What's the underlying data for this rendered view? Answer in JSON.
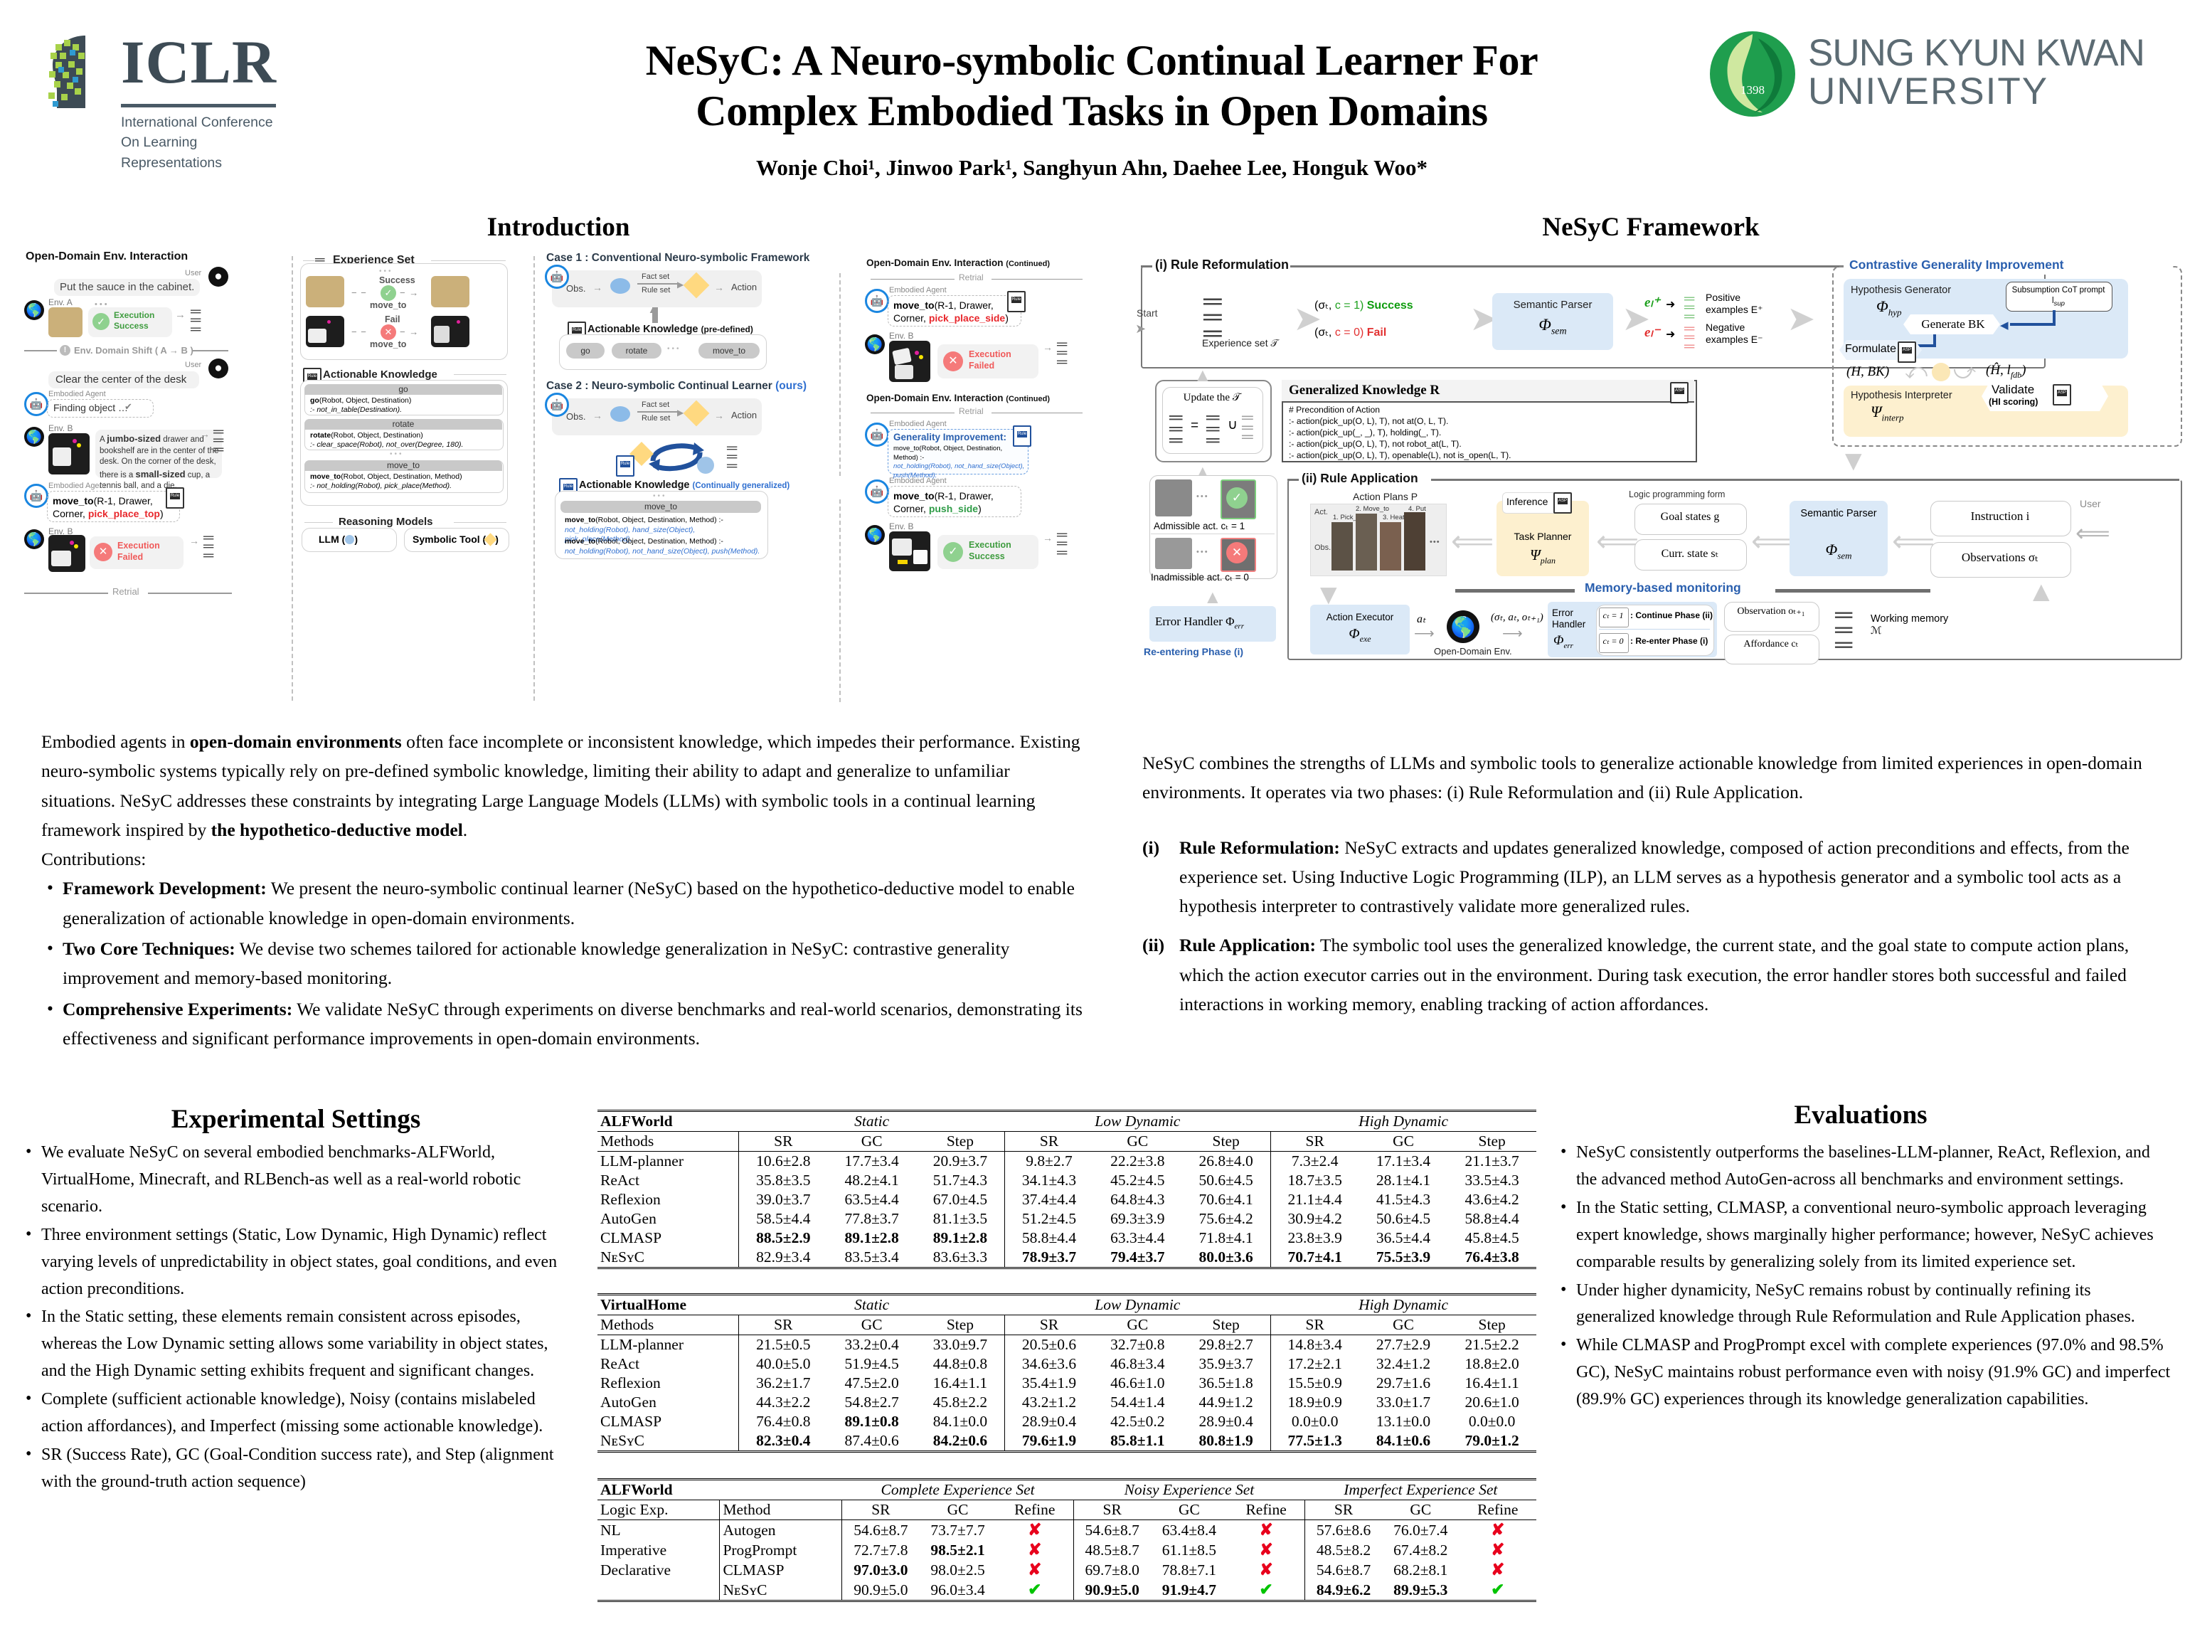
{
  "header": {
    "conference_logo_text": "ICLR",
    "conference_logo_sub": "International Conference On Learning Representations",
    "title_line1": "NeSyC: A Neuro-symbolic Continual Learner For",
    "title_line2": "Complex Embodied Tasks in Open Domains",
    "authors": "Wonje Choi¹, Jinwoo Park¹, Sanghyun Ahn, Daehee Lee, Honguk Woo*",
    "university_line1": "SUNG KYUN KWAN",
    "university_line2": "UNIVERSITY",
    "university_crest_year": "1398"
  },
  "sections": {
    "introduction": "Introduction",
    "framework": "NeSyC Framework",
    "experimental_settings": "Experimental Settings",
    "evaluations": "Evaluations"
  },
  "intro_figure": {
    "panel1_title": "Open-Domain Env. Interaction",
    "user_label": "User",
    "agent_label": "Embodied Agent",
    "env_a_label": "Env. A",
    "env_b_label": "Env. B",
    "utterance1": "Put the sauce in the cabinet.",
    "exec_success": "Execution Success",
    "exec_failed": "Execution Failed",
    "domain_shift": "Env. Domain Shift ( A → B )",
    "utterance2": "Clear the center of the desk",
    "agent_finding": "Finding object …",
    "obs_text_a": "A ",
    "obs_bold1": "jumbo-sized",
    "obs_text_b": " drawer and bookshelf are in the center of the desk. On the corner of the desk, there is a ",
    "obs_bold2": "small-sized",
    "obs_text_c": " cup, a tennis ball, and a die.",
    "action_fail_pre": "move_to",
    "action_fail_args": "(R-1, Drawer, Corner, ",
    "action_fail_method": "pick_place_top",
    "retrial": "Retrial",
    "panel2_title": "Experience Set",
    "success": "Success",
    "fail": "Fail",
    "move_to": "move_to",
    "panel3_title": "Actionable Knowledge",
    "ak_rules": [
      {
        "name": "go",
        "head": "go",
        "args": "(Robot, Object, Destination)",
        "body": ":- not_in_table(Destination)."
      },
      {
        "name": "rotate",
        "head": "rotate",
        "args": "(Robot, Object, Destination)",
        "body": ":- clear_space(Robot), not_over(Degree, 180)."
      },
      {
        "name": "move_to",
        "head": "move_to",
        "args": "(Robot, Object, Destination, Method)",
        "body": ":- not_holding(Robot), pick_place(Method)."
      }
    ],
    "reasoning_models": "Reasoning Models",
    "llm_label": "LLM (",
    "symbolic_label": "Symbolic Tool (",
    "case1_title": "Case 1 : Conventional Neuro-symbolic Framework",
    "case2_title": "Case 2 : Neuro-symbolic Continual Learner ",
    "case2_ours": "(ours)",
    "obs": "Obs.",
    "fact_set": "Fact set",
    "rule_set": "Rule set",
    "action": "Action",
    "ak_predefined": "Actionable Knowledge ",
    "ak_predefined_tag": "(pre-defined)",
    "ak_generalized_tag": "(Continually generalized)",
    "ak_pills": [
      "go",
      "rotate",
      "move_to"
    ],
    "gen_rule1_head": "move_to",
    "gen_rule1_args": "(Robot, Object, Destination, Method) :-",
    "gen_rule1_body": "not_holding(Robot), hand_size(Object), pick_place(Method).",
    "gen_rule2_head": "move_to",
    "gen_rule2_args": "(Robot, Object, Destination, Method) :-",
    "gen_rule2_body": "not_holding(Robot), not_hand_size(Object),  push(Method).",
    "continued_title": "Open-Domain Env. Interaction ",
    "continued_tag": "(Continued)",
    "action_retry1_method": "pick_place_side",
    "generality_improvement": "Generality Improvement:",
    "gi_line1": "move_to(Robot, Object, Destination, Method) :-",
    "gi_line2": "not_holding(Robot), not_hand_size(Object),",
    "gi_line3": "push(Method).",
    "action_retry2_method": "push_side"
  },
  "framework_figure": {
    "phase1_title": "(i) Rule Reformulation",
    "start": "Start",
    "experience_set": "Experience set 𝒯",
    "success_tuple": "(σₜ,",
    "success_cond": "c = 1)",
    "success_word": "Success",
    "fail_tuple": "(σₜ,",
    "fail_cond": "c = 0)",
    "fail_word": "Fail",
    "semantic_parser": "Semantic Parser",
    "phi_sem": "Φ",
    "phi_sem_sub": "sem",
    "e_pos": "eₗ⁺",
    "e_neg": "eₗ⁻",
    "positive_examples": "Positive examples E⁺",
    "negative_examples": "Negative examples E⁻",
    "cgi_title": "Contrastive Generality Improvement",
    "hypothesis_generator": "Hypothesis Generator",
    "phi_hyp": "Φ",
    "phi_hyp_sub": "hyp",
    "subsumption_prompt": "Subsumption CoT prompt l",
    "subsumption_sub": "sup",
    "generate_bk": "Generate  BK",
    "formulate": "Formulate",
    "h_bk": "(H, BK)",
    "h_fdb": "(Ĥ, l",
    "h_fdb_sub": "fdb",
    "hypothesis_interpreter": "Hypothesis Interpreter",
    "psi_interp": "Ψ",
    "psi_interp_sub": "interp",
    "validate": "Validate",
    "hi_scoring": "(HI scoring)",
    "update_t": "Update the 𝒯",
    "generalized_knowledge": "Generalized Knowledge R",
    "gk_lines": [
      "# Precondition of Action",
      ":- action(pick_up(O, L), T), not at(O, L, T).",
      ":- action(pick_up(_, _), T), holding(_, T).",
      ":- action(pick_up(O, L), T), not robot_at(L, T).",
      ":- action(pick_up(O, L), T), openable(L), not is_open(L, T)."
    ],
    "admissible": "Admissible act. cₜ = 1",
    "inadmissible": "Inadmissible act. cₜ = 0",
    "error_handler_left": "Error Handler Φ",
    "error_handler_left_sub": "err",
    "reentering": "Re-entering Phase (i)",
    "phase2_title": "(ii) Rule Application",
    "action_plans": "Action Plans P",
    "act": "Act.",
    "obs": "Obs.",
    "plan_steps": [
      "1. Pick_up",
      "2. Move_to",
      "3. Heat",
      "4. Put"
    ],
    "inference": "Inference",
    "task_planner": "Task Planner",
    "psi_plan": "Ψ",
    "psi_plan_sub": "plan",
    "logic_form": "Logic programming form",
    "goal_states": "Goal states g",
    "curr_state": "Curr. state sₜ",
    "semantic_parser2": "Semantic Parser",
    "instruction": "Instruction i",
    "observations": "Observations σₜ",
    "user": "User",
    "memory_monitoring": "Memory-based monitoring",
    "action_executor": "Action Executor",
    "phi_exe": "Φ",
    "phi_exe_sub": "exe",
    "open_domain_env": "Open-Domain Env.",
    "a_t": "aₜ",
    "tuple_sat": "(σₜ, aₜ, oₜ₊₁)",
    "error_handler": "Error Handler",
    "phi_err": "Φ",
    "phi_err_sub": "err",
    "c1_label": "cₜ = 1",
    "c1_text": ": Continue Phase (ii)",
    "c0_label": "cₜ = 0",
    "c0_text": ": Re-enter Phase (i)",
    "observation_o": "Observation oₜ₊₁",
    "affordance": "Affordance cₜ",
    "working_memory": "Working memory ℳ"
  },
  "intro_text": {
    "paragraph": "Embodied agents in <b>open-domain environments</b> often face incomplete or inconsistent knowledge, which impedes their performance. Existing neuro-symbolic systems typically rely on pre-defined symbolic knowledge, limiting their ability to adapt and generalize to unfamiliar situations. NeSyC addresses these constraints by integrating Large Language Models (LLMs) with symbolic tools in a continual learning framework inspired by <b>the hypothetico-deductive model</b>.",
    "contributions_label": "Contributions:",
    "bullets": [
      {
        "lead": "Framework Development:",
        "text": " We present the neuro-symbolic continual learner (NeSyC) based on the hypothetico-deductive model to enable generalization of actionable knowledge in open-domain environments."
      },
      {
        "lead": "Two Core Techniques:",
        "text": " We devise two schemes tailored for actionable knowledge generalization in NeSyC: contrastive generality improvement and memory-based monitoring."
      },
      {
        "lead": "Comprehensive Experiments:",
        "text": " We validate NeSyC through experiments on diverse benchmarks and real-world scenarios, demonstrating its effectiveness and significant performance improvements in open-domain environments."
      }
    ]
  },
  "framework_text": {
    "paragraph": "NeSyC combines the strengths of LLMs and symbolic tools to generalize actionable knowledge from limited experiences in open-domain environments. It operates via two phases: (i) Rule Reformulation and (ii) Rule Application.",
    "items": [
      {
        "mark": "(i)",
        "lead": "Rule Reformulation:",
        "text": " NeSyC extracts and updates generalized knowledge, composed of action preconditions and effects, from the experience set. Using Inductive Logic Programming (ILP), an LLM serves as a hypothesis generator and a symbolic tool acts as a hypothesis interpreter to contrastively validate more generalized rules."
      },
      {
        "mark": "(ii)",
        "lead": "Rule Application:",
        "text": " The symbolic tool uses the generalized knowledge, the current state, and the goal state to compute action plans, which the action executor carries out in the environment. During task execution, the error handler stores both successful and failed interactions in working memory, enabling tracking of action affordances."
      }
    ]
  },
  "experimental_settings": {
    "bullets": [
      "We evaluate NeSyC on several embodied benchmarks-ALFWorld, VirtualHome, Minecraft, and RLBench-as well as a real-world robotic scenario.",
      "Three environment settings (Static, Low Dynamic, High Dynamic) reflect varying levels of unpredictability in object states, goal conditions, and even action preconditions.",
      "In the Static setting, these elements remain consistent across episodes, whereas the Low Dynamic setting allows some variability in object states, and the High Dynamic setting exhibits frequent and significant changes.",
      "Complete (sufficient actionable knowledge), Noisy (contains mislabeled action affordances), and Imperfect (missing some actionable knowledge).",
      "SR (Success Rate), GC (Goal-Condition success rate), and Step (alignment with the ground-truth action sequence)"
    ]
  },
  "evaluations": {
    "bullets": [
      "NeSyC consistently outperforms the baselines-LLM-planner, ReAct, Reflexion, and the advanced method AutoGen-across all benchmarks and environment settings.",
      "In the Static setting, CLMASP, a conventional neuro-symbolic approach leveraging expert knowledge, shows marginally higher performance; however, NeSyC achieves comparable results by generalizing solely from its limited experience set.",
      "Under higher dynamicity, NeSyC remains robust by continually refining its generalized knowledge through Rule Reformulation and Rule Application phases.",
      "While CLMASP and ProgPrompt excel with complete experiences (97.0% and 98.5% GC), NeSyC maintains robust performance even with noisy (91.9% GC) and imperfect (89.9% GC) experiences through its knowledge generalization capabilities."
    ]
  },
  "table_alfworld": {
    "name": "ALFWorld",
    "group_headers": [
      "Static",
      "Low Dynamic",
      "High Dynamic"
    ],
    "method_col": "Methods",
    "metrics": [
      "SR",
      "GC",
      "Step"
    ],
    "rows": [
      {
        "method": "LLM-planner",
        "values": [
          "10.6±2.8",
          "17.7±3.4",
          "20.9±3.7",
          "9.8±2.7",
          "22.2±3.8",
          "26.8±4.0",
          "7.3±2.4",
          "17.1±3.4",
          "21.1±3.7"
        ],
        "bold": [
          false,
          false,
          false,
          false,
          false,
          false,
          false,
          false,
          false
        ]
      },
      {
        "method": "ReAct",
        "values": [
          "35.8±3.5",
          "48.2±4.1",
          "51.7±4.3",
          "34.1±4.3",
          "45.2±4.5",
          "50.6±4.5",
          "18.7±3.5",
          "28.1±4.1",
          "33.5±4.3"
        ],
        "bold": [
          false,
          false,
          false,
          false,
          false,
          false,
          false,
          false,
          false
        ]
      },
      {
        "method": "Reflexion",
        "values": [
          "39.0±3.7",
          "63.5±4.4",
          "67.0±4.5",
          "37.4±4.4",
          "64.8±4.3",
          "70.6±4.1",
          "21.1±4.4",
          "41.5±4.3",
          "43.6±4.2"
        ],
        "bold": [
          false,
          false,
          false,
          false,
          false,
          false,
          false,
          false,
          false
        ]
      },
      {
        "method": "AutoGen",
        "values": [
          "58.5±4.4",
          "77.8±3.7",
          "81.1±3.5",
          "51.2±4.5",
          "69.3±3.9",
          "75.6±4.2",
          "30.9±4.2",
          "50.6±4.5",
          "58.8±4.4"
        ],
        "bold": [
          false,
          false,
          false,
          false,
          false,
          false,
          false,
          false,
          false
        ]
      },
      {
        "method": "CLMASP",
        "values": [
          "88.5±2.9",
          "89.1±2.8",
          "89.1±2.8",
          "58.8±4.4",
          "63.3±4.4",
          "71.8±4.1",
          "23.8±3.9",
          "36.5±4.4",
          "45.8±4.5"
        ],
        "bold": [
          true,
          true,
          true,
          false,
          false,
          false,
          false,
          false,
          false
        ]
      },
      {
        "method": "NᴇSʏC",
        "values": [
          "82.9±3.4",
          "83.5±3.4",
          "83.6±3.3",
          "78.9±3.7",
          "79.4±3.7",
          "80.0±3.6",
          "70.7±4.1",
          "75.5±3.9",
          "76.4±3.8"
        ],
        "bold": [
          false,
          false,
          false,
          true,
          true,
          true,
          true,
          true,
          true
        ]
      }
    ]
  },
  "table_virtualhome": {
    "name": "VirtualHome",
    "group_headers": [
      "Static",
      "Low Dynamic",
      "High Dynamic"
    ],
    "method_col": "Methods",
    "metrics": [
      "SR",
      "GC",
      "Step"
    ],
    "rows": [
      {
        "method": "LLM-planner",
        "values": [
          "21.5±0.5",
          "33.2±0.4",
          "33.0±9.7",
          "20.5±0.6",
          "32.7±0.8",
          "29.8±2.7",
          "14.8±3.4",
          "27.7±2.9",
          "21.5±2.2"
        ],
        "bold": [
          false,
          false,
          false,
          false,
          false,
          false,
          false,
          false,
          false
        ]
      },
      {
        "method": "ReAct",
        "values": [
          "40.0±5.0",
          "51.9±4.5",
          "44.8±0.8",
          "34.6±3.6",
          "46.8±3.4",
          "35.9±3.7",
          "17.2±2.1",
          "32.4±1.2",
          "18.8±2.0"
        ],
        "bold": [
          false,
          false,
          false,
          false,
          false,
          false,
          false,
          false,
          false
        ]
      },
      {
        "method": "Reflexion",
        "values": [
          "36.2±1.7",
          "47.5±2.0",
          "16.4±1.1",
          "35.4±1.9",
          "46.6±1.0",
          "36.5±1.8",
          "15.5±0.9",
          "29.7±1.6",
          "16.4±1.1"
        ],
        "bold": [
          false,
          false,
          false,
          false,
          false,
          false,
          false,
          false,
          false
        ]
      },
      {
        "method": "AutoGen",
        "values": [
          "44.3±2.2",
          "54.8±2.7",
          "45.8±2.2",
          "43.2±1.2",
          "54.4±1.4",
          "44.9±1.2",
          "18.9±0.9",
          "33.0±1.7",
          "20.6±1.0"
        ],
        "bold": [
          false,
          false,
          false,
          false,
          false,
          false,
          false,
          false,
          false
        ]
      },
      {
        "method": "CLMASP",
        "values": [
          "76.4±0.8",
          "89.1±0.8",
          "84.1±0.0",
          "28.9±0.4",
          "42.5±0.2",
          "28.9±0.4",
          "0.0±0.0",
          "13.1±0.0",
          "0.0±0.0"
        ],
        "bold": [
          false,
          true,
          false,
          false,
          false,
          false,
          false,
          false,
          false
        ]
      },
      {
        "method": "NᴇSʏC",
        "values": [
          "82.3±0.4",
          "87.4±0.6",
          "84.2±0.6",
          "79.6±1.9",
          "85.8±1.1",
          "80.8±1.9",
          "77.5±1.3",
          "84.1±0.6",
          "79.0±1.2"
        ],
        "bold": [
          true,
          false,
          true,
          true,
          true,
          true,
          true,
          true,
          true
        ]
      }
    ]
  },
  "table_experience": {
    "name": "ALFWorld",
    "group_headers": [
      "Complete Experience Set",
      "Noisy Experience Set",
      "Imperfect Experience Set"
    ],
    "logic_col": "Logic Exp.",
    "method_col": "Method",
    "metrics": [
      "SR",
      "GC",
      "Refine"
    ],
    "rows": [
      {
        "logic": "NL",
        "method": "Autogen",
        "values": [
          "54.6±8.7",
          "73.7±7.7",
          "✘",
          "54.6±8.7",
          "63.4±8.4",
          "✘",
          "57.6±8.6",
          "76.0±7.4",
          "✘"
        ],
        "bold": [
          false,
          false,
          false,
          false,
          false,
          false,
          false,
          false,
          false
        ]
      },
      {
        "logic": "Imperative",
        "method": "ProgPrompt",
        "values": [
          "72.7±7.8",
          "98.5±2.1",
          "✘",
          "48.5±8.7",
          "61.1±8.5",
          "✘",
          "48.5±8.2",
          "67.4±8.2",
          "✘"
        ],
        "bold": [
          false,
          true,
          false,
          false,
          false,
          false,
          false,
          false,
          false
        ]
      },
      {
        "logic": "Declarative",
        "method": "CLMASP",
        "values": [
          "97.0±3.0",
          "98.0±2.5",
          "✘",
          "69.7±8.0",
          "78.8±7.1",
          "✘",
          "54.6±8.7",
          "68.2±8.1",
          "✘"
        ],
        "bold": [
          true,
          false,
          false,
          false,
          false,
          false,
          false,
          false,
          false
        ]
      },
      {
        "logic": "",
        "method": "NᴇSʏC",
        "values": [
          "90.9±5.0",
          "96.0±3.4",
          "✔",
          "90.9±5.0",
          "91.9±4.7",
          "✔",
          "84.9±6.2",
          "89.9±5.3",
          "✔"
        ],
        "bold": [
          false,
          false,
          false,
          true,
          true,
          false,
          true,
          true,
          false
        ]
      }
    ]
  }
}
